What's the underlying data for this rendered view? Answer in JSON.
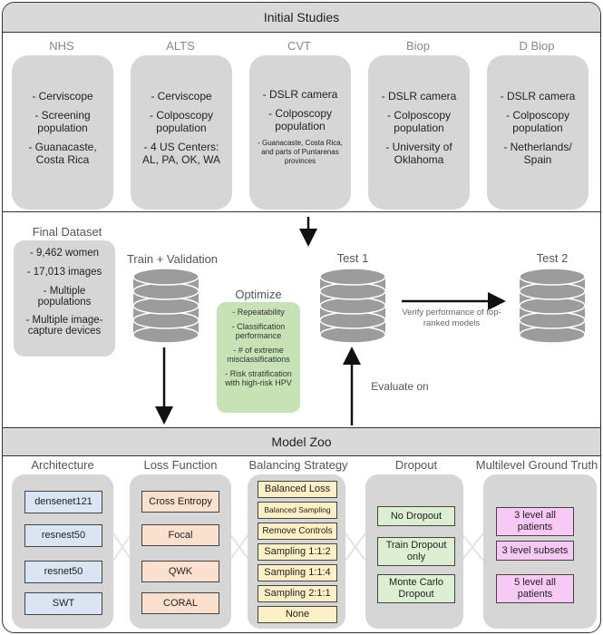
{
  "headers": {
    "initial_studies": "Initial Studies",
    "model_zoo": "Model Zoo"
  },
  "studies": [
    {
      "name": "NHS",
      "items": [
        "- Cerviscope",
        "- Screening population",
        "- Guanacaste, Costa Rica"
      ]
    },
    {
      "name": "ALTS",
      "items": [
        "- Cerviscope",
        "- Colposcopy population",
        "- 4 US Centers: AL, PA, OK, WA"
      ]
    },
    {
      "name": "CVT",
      "items": [
        "- DSLR camera",
        "- Colposcopy population"
      ],
      "note": "- Guanacaste, Costa Rica, and parts of Puntarenas provinces"
    },
    {
      "name": "Biop",
      "items": [
        "- DSLR camera",
        "- Colposcopy population",
        "- University of Oklahoma"
      ]
    },
    {
      "name": "D Biop",
      "items": [
        "- DSLR camera",
        "- Colposcopy population",
        "- Netherlands/ Spain"
      ]
    }
  ],
  "final_dataset": {
    "title": "Final Dataset",
    "items": [
      "- 9,462 women",
      "- 17,013 images",
      "- Multiple populations",
      "- Multiple image-capture devices"
    ]
  },
  "pipeline": {
    "train_validation": "Train + Validation",
    "optimize_title": "Optimize",
    "optimize_items": [
      "- Repeatability",
      "- Classification performance",
      "- # of extreme misclassifications",
      "- Risk stratification with high-risk HPV"
    ],
    "test1": "Test 1",
    "test2": "Test 2",
    "verify": "Verify performance of top-ranked models",
    "evaluate": "Evaluate on"
  },
  "zoo": {
    "architecture": {
      "title": "Architecture",
      "items": [
        "densenet121",
        "resnest50",
        "resnet50",
        "SWT"
      ]
    },
    "loss": {
      "title": "Loss Function",
      "items": [
        "Cross Entropy",
        "Focal",
        "QWK",
        "CORAL"
      ]
    },
    "balancing": {
      "title": "Balancing Strategy",
      "items": [
        "Balanced Loss",
        "Balanced Sampling",
        "Remove Controls",
        "Sampling 1:1:2",
        "Sampling 1:1:4",
        "Sampling 2:1:1",
        "None"
      ]
    },
    "dropout": {
      "title": "Dropout",
      "items": [
        "No Dropout",
        "Train Dropout only",
        "Monte Carlo Dropout"
      ]
    },
    "ground_truth": {
      "title": "Multilevel Ground Truth",
      "items": [
        "3 level all patients",
        "3 level subsets",
        "5 level all patients"
      ]
    }
  },
  "colors": {
    "card": "#d6d6d6",
    "optimize": "#c7e3b5",
    "architecture": "#dae5f4",
    "loss": "#fbe0cd",
    "balancing": "#fdf0c5",
    "dropout": "#dcefd2",
    "ground_truth": "#f9c9f5"
  }
}
